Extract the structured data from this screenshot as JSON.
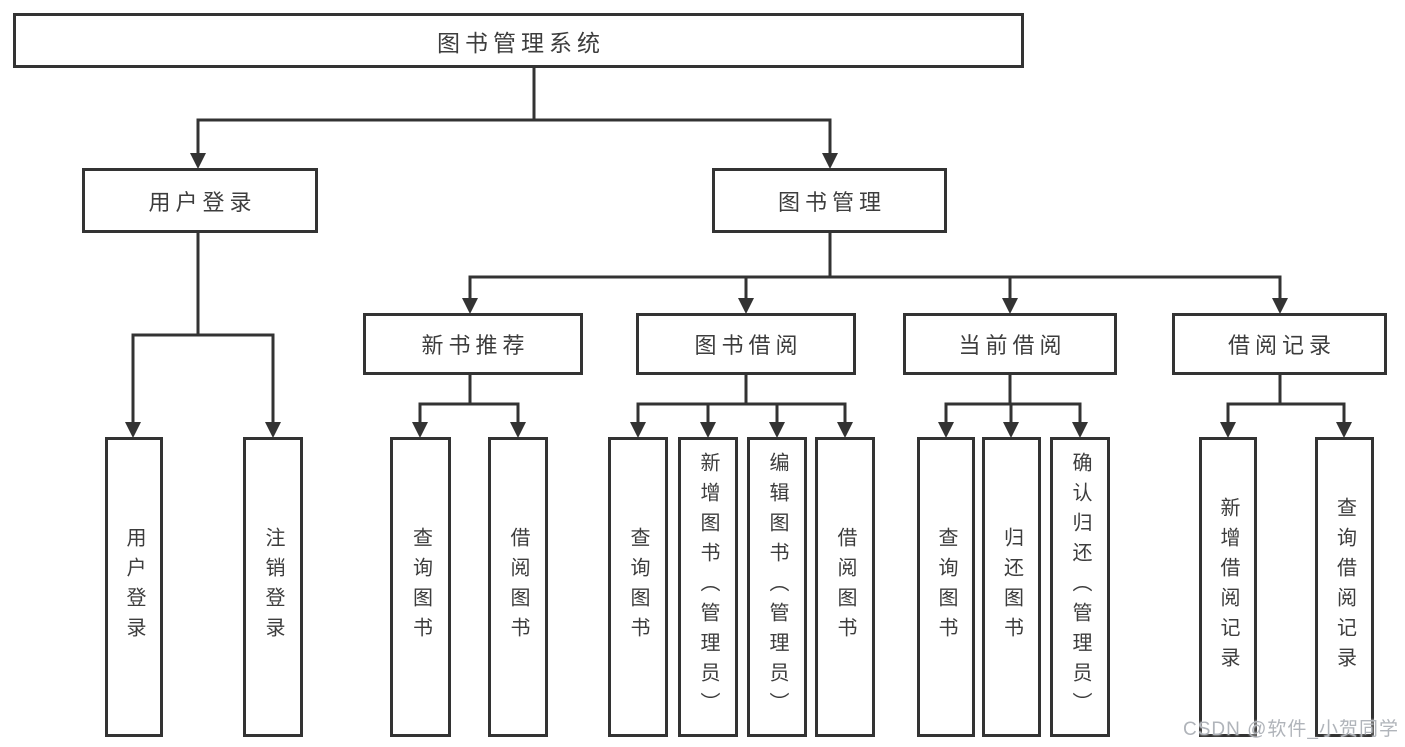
{
  "diagram": {
    "root": {
      "label": "图书管理系统"
    },
    "level2": [
      {
        "label": "用户登录"
      },
      {
        "label": "图书管理"
      }
    ],
    "level3": [
      {
        "label": "新书推荐"
      },
      {
        "label": "图书借阅"
      },
      {
        "label": "当前借阅"
      },
      {
        "label": "借阅记录"
      }
    ],
    "leaves": {
      "user_login": [
        "用户登录",
        "注销登录"
      ],
      "new_book": [
        "查询图书",
        "借阅图书"
      ],
      "book_borrow": [
        "查询图书",
        "新增图书（管理员）",
        "编辑图书（管理员）",
        "借阅图书"
      ],
      "current_borrow": [
        "查询图书",
        "归还图书",
        "确认归还（管理员）"
      ],
      "borrow_record": [
        "新增借阅记录",
        "查询借阅记录"
      ]
    }
  },
  "watermark": {
    "text": "CSDN @软件_小贺同学"
  },
  "colors": {
    "line": "#333333",
    "text": "#3d3d3d",
    "background": "#ffffff",
    "watermark": "#b0b4ba"
  }
}
